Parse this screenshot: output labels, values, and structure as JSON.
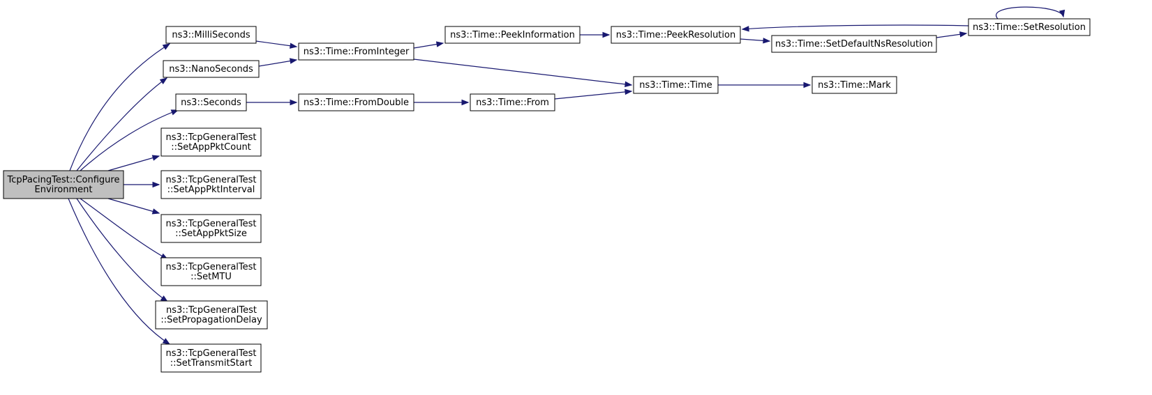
{
  "graph": {
    "edge_color": "#191970",
    "root_fill": "#bfbfbf",
    "nodes": [
      {
        "id": "root",
        "lines": [
          "TcpPacingTest::Configure",
          "Environment"
        ],
        "root": true
      },
      {
        "id": "milli",
        "lines": [
          "ns3::MilliSeconds"
        ]
      },
      {
        "id": "nano",
        "lines": [
          "ns3::NanoSeconds"
        ]
      },
      {
        "id": "seconds",
        "lines": [
          "ns3::Seconds"
        ]
      },
      {
        "id": "pktcount",
        "lines": [
          "ns3::TcpGeneralTest",
          "::SetAppPktCount"
        ]
      },
      {
        "id": "pktinterval",
        "lines": [
          "ns3::TcpGeneralTest",
          "::SetAppPktInterval"
        ]
      },
      {
        "id": "pktsize",
        "lines": [
          "ns3::TcpGeneralTest",
          "::SetAppPktSize"
        ]
      },
      {
        "id": "mtu",
        "lines": [
          "ns3::TcpGeneralTest",
          "::SetMTU"
        ]
      },
      {
        "id": "propdelay",
        "lines": [
          "ns3::TcpGeneralTest",
          "::SetPropagationDelay"
        ]
      },
      {
        "id": "txstart",
        "lines": [
          "ns3::TcpGeneralTest",
          "::SetTransmitStart"
        ]
      },
      {
        "id": "frominteger",
        "lines": [
          "ns3::Time::FromInteger"
        ]
      },
      {
        "id": "fromdouble",
        "lines": [
          "ns3::Time::FromDouble"
        ]
      },
      {
        "id": "peekinfo",
        "lines": [
          "ns3::Time::PeekInformation"
        ]
      },
      {
        "id": "peekres",
        "lines": [
          "ns3::Time::PeekResolution"
        ]
      },
      {
        "id": "setdefault",
        "lines": [
          "ns3::Time::SetDefaultNsResolution"
        ]
      },
      {
        "id": "setres",
        "lines": [
          "ns3::Time::SetResolution"
        ]
      },
      {
        "id": "time",
        "lines": [
          "ns3::Time::Time"
        ]
      },
      {
        "id": "mark",
        "lines": [
          "ns3::Time::Mark"
        ]
      },
      {
        "id": "from",
        "lines": [
          "ns3::Time::From"
        ]
      }
    ],
    "edges": [
      {
        "from": "root",
        "to": "milli"
      },
      {
        "from": "root",
        "to": "nano"
      },
      {
        "from": "root",
        "to": "seconds"
      },
      {
        "from": "root",
        "to": "pktcount"
      },
      {
        "from": "root",
        "to": "pktinterval"
      },
      {
        "from": "root",
        "to": "pktsize"
      },
      {
        "from": "root",
        "to": "mtu"
      },
      {
        "from": "root",
        "to": "propdelay"
      },
      {
        "from": "root",
        "to": "txstart"
      },
      {
        "from": "milli",
        "to": "frominteger"
      },
      {
        "from": "nano",
        "to": "frominteger"
      },
      {
        "from": "seconds",
        "to": "fromdouble"
      },
      {
        "from": "frominteger",
        "to": "peekinfo"
      },
      {
        "from": "frominteger",
        "to": "time"
      },
      {
        "from": "fromdouble",
        "to": "from"
      },
      {
        "from": "from",
        "to": "time"
      },
      {
        "from": "peekinfo",
        "to": "peekres"
      },
      {
        "from": "peekres",
        "to": "setdefault"
      },
      {
        "from": "setdefault",
        "to": "setres"
      },
      {
        "from": "setres",
        "to": "peekres"
      },
      {
        "from": "setres",
        "to": "setres"
      },
      {
        "from": "time",
        "to": "mark"
      }
    ]
  }
}
